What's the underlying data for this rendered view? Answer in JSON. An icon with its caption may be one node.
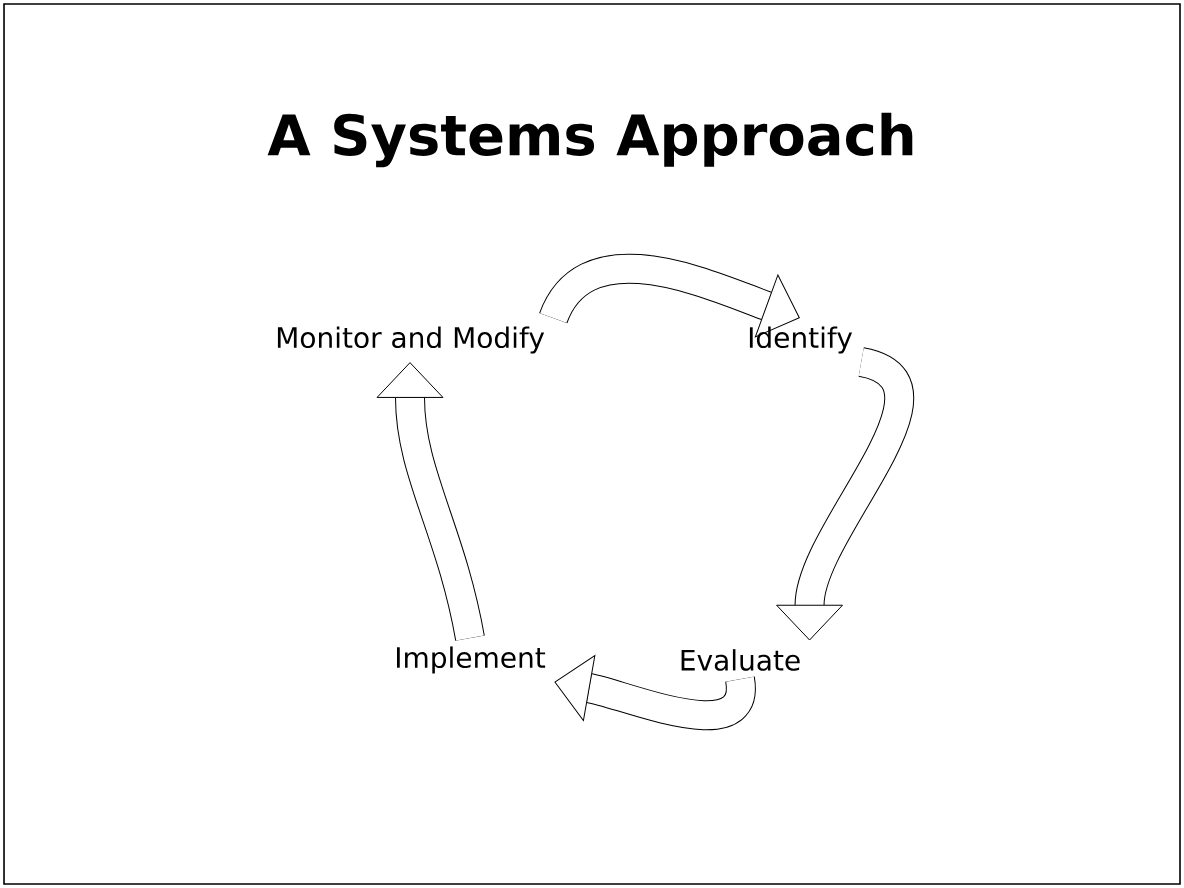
{
  "diagram": {
    "title": "A Systems Approach",
    "nodes": [
      {
        "text": [
          "Monitor and Modify"
        ]
      },
      {
        "text": [
          "Identify"
        ]
      },
      {
        "text": [
          "Evaluate"
        ]
      },
      {
        "text": [
          "Implement"
        ]
      }
    ],
    "edges": [
      {
        "from": 0,
        "to": 1,
        "arrow": "to"
      },
      {
        "from": 1,
        "to": 2,
        "arrow": "to"
      },
      {
        "from": 2,
        "to": 3,
        "arrow": "to"
      },
      {
        "from": 3,
        "to": 0,
        "arrow": "to"
      }
    ]
  }
}
